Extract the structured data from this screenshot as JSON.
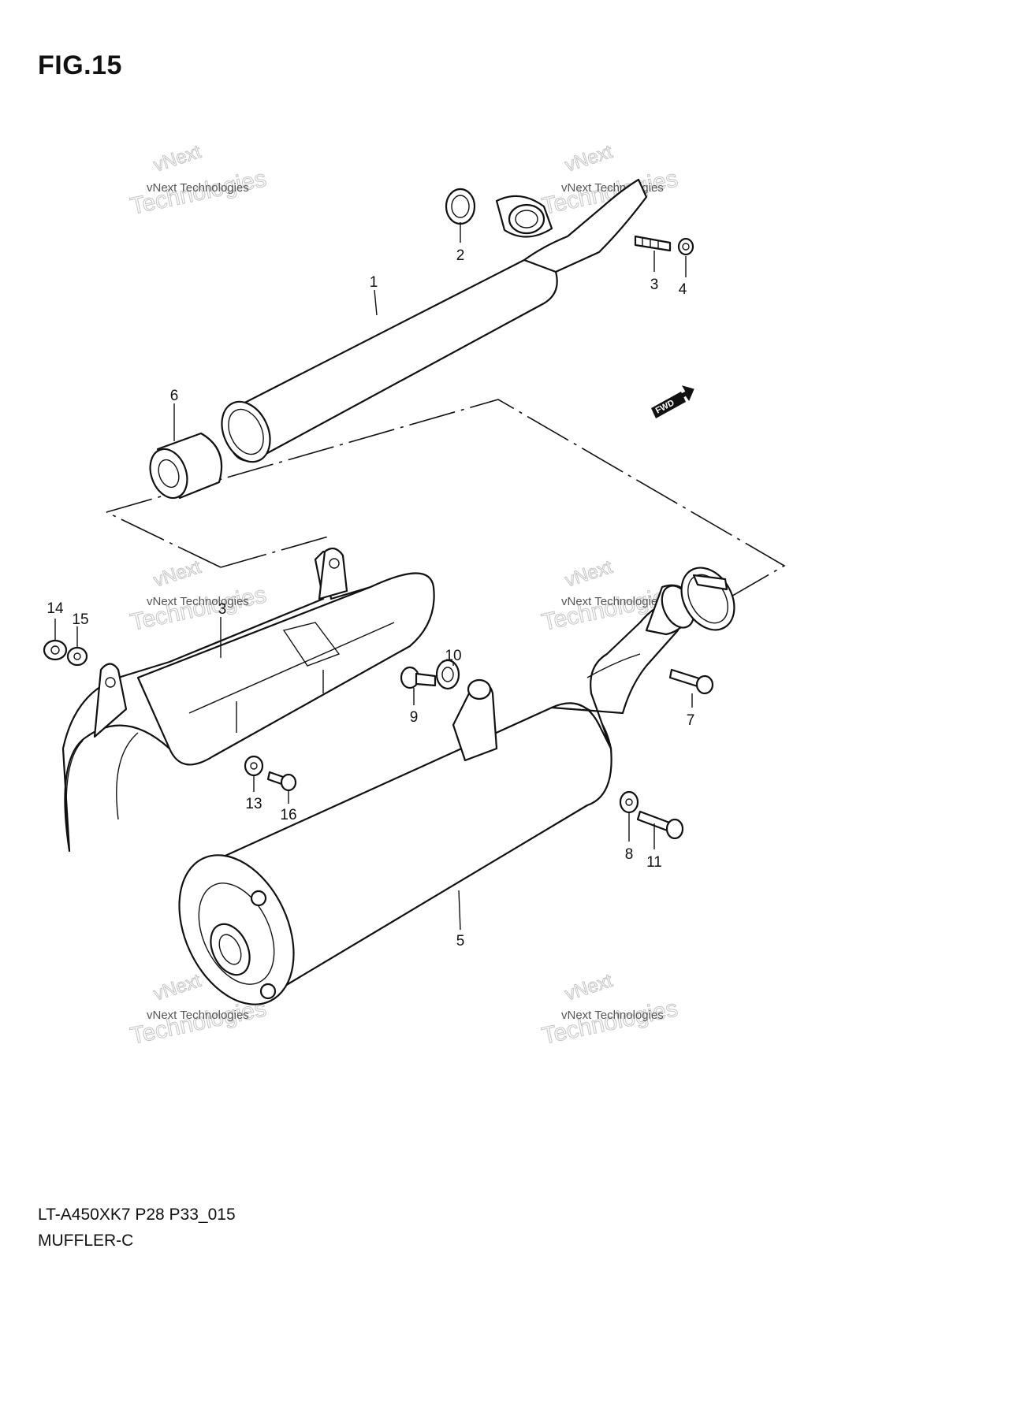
{
  "figure": {
    "title": "FIG.15"
  },
  "footer": {
    "model_code": "LT-A450XK7 P28 P33_015",
    "caption": "MUFFLER-C"
  },
  "fwd_label": "FWD",
  "watermark": {
    "line1": "vNext Technologies",
    "line2": "vNext",
    "line3": "Technologies"
  },
  "callouts": [
    "1",
    "2",
    "3",
    "4",
    "5",
    "6",
    "7",
    "8",
    "9",
    "10",
    "11",
    "13",
    "14",
    "15",
    "16"
  ],
  "label_3_partial": "3"
}
